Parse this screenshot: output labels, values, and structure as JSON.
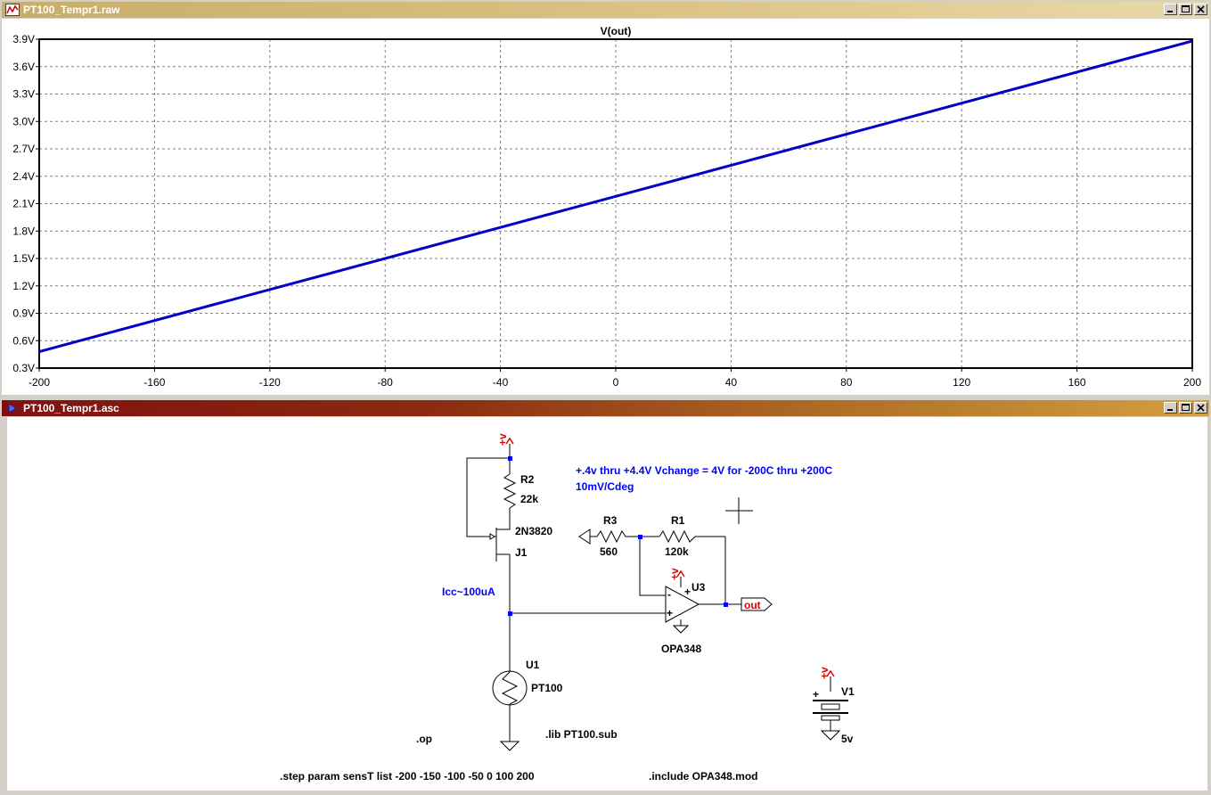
{
  "plot_window": {
    "title": "PT100_Tempr1.raw",
    "trace_label": "V(out)"
  },
  "schematic_window": {
    "title": "PT100_Tempr1.asc"
  },
  "colors": {
    "trace": "#0000c8",
    "schematic_text": "#0000ff",
    "wire": "#000000",
    "supply_red": "#e00000",
    "port_red": "#e00000",
    "grid": "#808080"
  },
  "chart_data": {
    "type": "line",
    "title": "V(out)",
    "xlabel": "",
    "ylabel": "",
    "xlim": [
      -200,
      200
    ],
    "ylim": [
      0.3,
      3.9
    ],
    "x_ticks": [
      "-200",
      "-160",
      "-120",
      "-80",
      "-40",
      "0",
      "40",
      "80",
      "120",
      "160",
      "200"
    ],
    "y_ticks": [
      "0.3V",
      "0.6V",
      "0.9V",
      "1.2V",
      "1.5V",
      "1.8V",
      "2.1V",
      "2.4V",
      "2.7V",
      "3.0V",
      "3.3V",
      "3.6V",
      "3.9V"
    ],
    "grid": true,
    "series": [
      {
        "name": "V(out)",
        "x": [
          -200,
          200
        ],
        "y": [
          0.48,
          3.88
        ]
      }
    ]
  },
  "schematic": {
    "annotation_line1": "+.4v thru +4.4V   Vchange = 4V for -200C thru +200C",
    "annotation_line2": "10mV/Cdeg",
    "icc_label": "Icc~100uA",
    "r2_name": "R2",
    "r2_value": "22k",
    "j1_model": "2N3820",
    "j1_name": "J1",
    "r3_name": "R3",
    "r3_value": "560",
    "r1_name": "R1",
    "r1_value": "120k",
    "u3_name": "U3",
    "u3_model": "OPA348",
    "u1_name": "U1",
    "u1_model": "PT100",
    "out_label": "out",
    "v1_name": "V1",
    "v1_value": "5v",
    "supply_label": "+v",
    "plus_sign": "+",
    "minus_sign": "-",
    "directive_op": ".op",
    "directive_lib": ".lib PT100.sub",
    "directive_step": ".step param sensT list -200 -150 -100 -50 0 100 200",
    "directive_include": ".include OPA348.mod"
  }
}
